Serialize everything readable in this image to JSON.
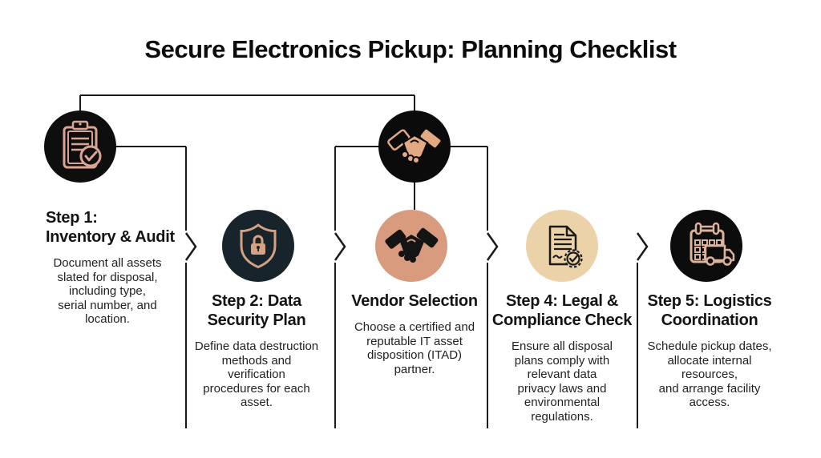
{
  "title": "Secure Electronics Pickup: Planning Checklist",
  "colors": {
    "background": "#ffffff",
    "line": "#1a1a1a",
    "black_circle": "#0d0d0d",
    "dark_teal_circle": "#18242c",
    "copper_circle": "#d89b7d",
    "wheat_circle": "#ecd2a9",
    "tan_icon": "#d9a58c"
  },
  "top_icon": {
    "icon": "handshake-icon",
    "circle_color": "#0b0b0b"
  },
  "steps": [
    {
      "title": "Step 1:\nInventory & Audit",
      "body": "Document all assets\nslated for disposal,\nincluding type,\nserial number, and\nlocation.",
      "icon": "clipboard-check-icon",
      "circle_color": "#0e0e0e",
      "icon_color": "#d9a592"
    },
    {
      "title": "Step 2: Data\nSecurity Plan",
      "body": "Define data destruction\nmethods and\nverification\nprocedures for each\nasset.",
      "icon": "shield-lock-icon",
      "circle_color": "#18242c",
      "icon_color": "#d4a183"
    },
    {
      "title": "Vendor Selection",
      "body": "Choose a certified and\nreputable IT asset\ndisposition (ITAD)\npartner.",
      "icon": "handshake-icon",
      "circle_color": "#d89b7d",
      "icon_color": "#141414"
    },
    {
      "title": "Step 4: Legal &\nCompliance Check",
      "body": "Ensure all disposal\nplans comply with\nrelevant data\nprivacy laws and\nenvironmental\nregulations.",
      "icon": "contract-badge-icon",
      "circle_color": "#ecd2a9",
      "icon_color": "#1a1a1a"
    },
    {
      "title": "Step 5: Logistics\nCoordination",
      "body": "Schedule pickup dates,\nallocate internal\nresources,\nand arrange facility\naccess.",
      "icon": "calendar-truck-icon",
      "circle_color": "#0c0c0c",
      "icon_color": "#dcb39a"
    }
  ]
}
